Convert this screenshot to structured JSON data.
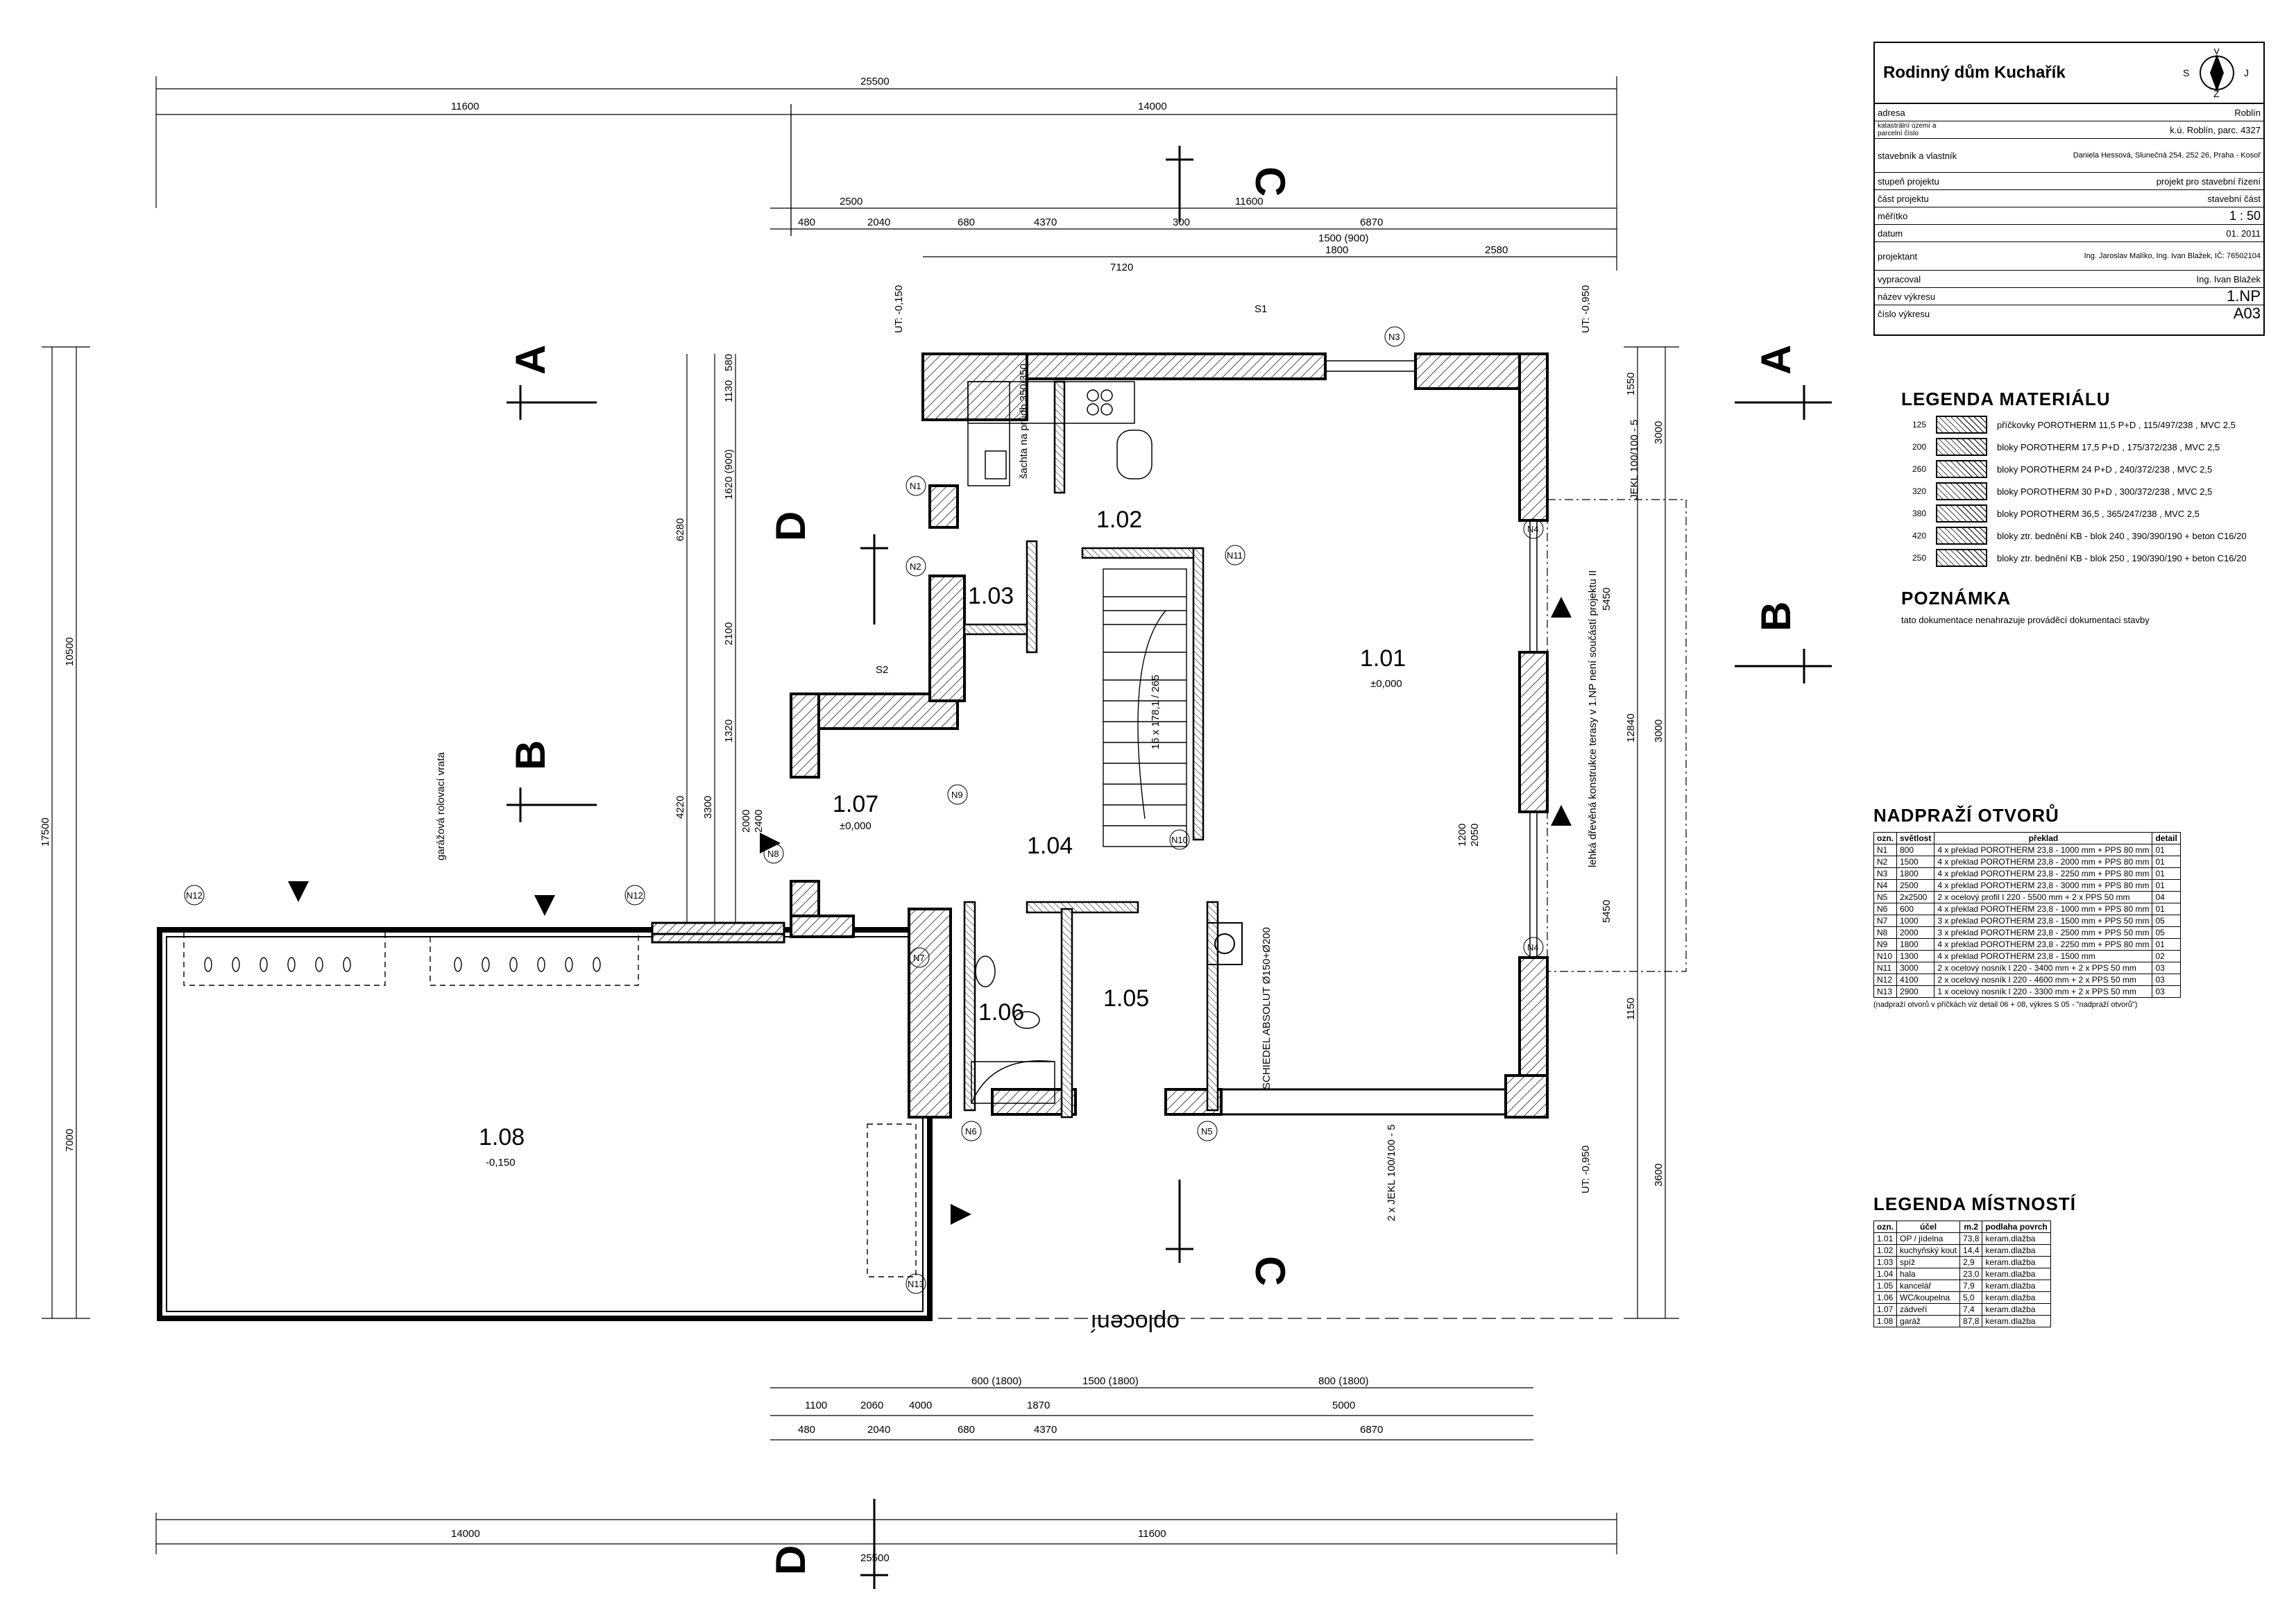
{
  "title_block": {
    "project_name": "Rodinný dům Kuchařík",
    "rows": [
      {
        "key": "adresa",
        "value": "Roblín"
      },
      {
        "key": "katastrální území a parcelní číslo",
        "value": "k.ú. Roblín, parc. 4327"
      },
      {
        "key": "stavebník a vlastník",
        "value": "Daniela Hessová, Slunečná 254, 252 26, Praha - Kosoř"
      },
      {
        "key": "stupeň projektu",
        "value": "projekt pro stavební řízení"
      },
      {
        "key": "část projektu",
        "value": "stavební část"
      },
      {
        "key": "měřítko",
        "value": "1 : 50"
      },
      {
        "key": "datum",
        "value": "01. 2011"
      },
      {
        "key": "projektant",
        "value": "Ing. Jaroslav Malíko, Ing. Ivan Blažek, IČ: 76502104"
      },
      {
        "key": "vypracoval",
        "value": "Ing. Ivan Blažek"
      },
      {
        "key": "název výkresu",
        "value": "1.NP"
      },
      {
        "key": "číslo výkresu",
        "value": "A03"
      }
    ],
    "north_letters": [
      "S",
      "V",
      "J",
      "Z"
    ]
  },
  "legend_materials": {
    "title": "LEGENDA MATERIÁLU",
    "items": [
      {
        "thickness": "125",
        "label": "příčkovky POROTHERM 11,5 P+D , 115/497/238 , MVC 2,5"
      },
      {
        "thickness": "200",
        "label": "bloky POROTHERM 17,5 P+D , 175/372/238 , MVC 2,5"
      },
      {
        "thickness": "260",
        "label": "bloky POROTHERM 24 P+D , 240/372/238 , MVC 2,5"
      },
      {
        "thickness": "320",
        "label": "bloky POROTHERM 30 P+D , 300/372/238 , MVC 2,5"
      },
      {
        "thickness": "380",
        "label": "bloky POROTHERM 36,5 , 365/247/238 , MVC 2,5"
      },
      {
        "thickness": "420",
        "label": "bloky ztr. bednění KB - blok 240 , 390/390/190 + beton C16/20"
      },
      {
        "thickness": "250",
        "label": "bloky ztr. bednění KB - blok 250 , 190/390/190 + beton C16/20"
      }
    ]
  },
  "note": {
    "title": "POZNÁMKA",
    "text": "tato dokumentace nenahrazuje prováděcí dokumentaci stavby"
  },
  "legend_openings": {
    "title": "NADPRAŽÍ OTVORŮ",
    "headers": [
      "ozn.",
      "světlost",
      "překlad",
      "detail"
    ],
    "rows": [
      [
        "N1",
        "800",
        "4 x překlad POROTHERM 23,8 - 1000 mm + PPS 80 mm",
        "01"
      ],
      [
        "N2",
        "1500",
        "4 x překlad POROTHERM 23,8 - 2000 mm + PPS 80 mm",
        "01"
      ],
      [
        "N3",
        "1800",
        "4 x překlad POROTHERM 23,8 - 2250 mm + PPS 80 mm",
        "01"
      ],
      [
        "N4",
        "2500",
        "4 x překlad POROTHERM 23,8 - 3000 mm + PPS 80 mm",
        "01"
      ],
      [
        "N5",
        "2x2500",
        "2 x ocelový profil I 220 - 5500 mm + 2 x PPS 50 mm",
        "04"
      ],
      [
        "N6",
        "600",
        "4 x překlad POROTHERM 23,8 - 1000 mm + PPS 80 mm",
        "01"
      ],
      [
        "N7",
        "1000",
        "3 x překlad POROTHERM 23,8 - 1500 mm + PPS 50 mm",
        "05"
      ],
      [
        "N8",
        "2000",
        "3 x překlad POROTHERM 23,8 - 2500 mm + PPS 50 mm",
        "05"
      ],
      [
        "N9",
        "1800",
        "4 x překlad POROTHERM 23,8 - 2250 mm + PPS 80 mm",
        "01"
      ],
      [
        "N10",
        "1300",
        "4 x překlad POROTHERM 23,8 - 1500 mm",
        "02"
      ],
      [
        "N11",
        "3000",
        "2 x ocelový nosník I 220 - 3400 mm + 2 x PPS 50 mm",
        "03"
      ],
      [
        "N12",
        "4100",
        "2 x ocelový nosník I 220 - 4600 mm + 2 x PPS 50 mm",
        "03"
      ],
      [
        "N13",
        "2900",
        "1 x ocelový nosník I 220 - 3300 mm + 2 x PPS 50 mm",
        "03"
      ]
    ],
    "footnote": "(nadpraží otvorů v příčkách viz detail 06 + 08, výkres S 05 - \"nadpraží otvorů\")"
  },
  "legend_rooms": {
    "title": "LEGENDA MÍSTNOSTÍ",
    "headers": [
      "ozn.",
      "účel",
      "m.2",
      "podlaha povrch"
    ],
    "rows": [
      [
        "1.01",
        "OP / jídelna",
        "73,8",
        "keram.dlažba"
      ],
      [
        "1.02",
        "kuchyňský kout",
        "14,4",
        "keram.dlažba"
      ],
      [
        "1.03",
        "spíž",
        "2,9",
        "keram.dlažba"
      ],
      [
        "1.04",
        "hala",
        "23,0",
        "keram.dlažba"
      ],
      [
        "1.05",
        "kancelář",
        "7,9",
        "keram.dlažba"
      ],
      [
        "1.06",
        "WC/koupelna",
        "5,0",
        "keram.dlažba"
      ],
      [
        "1.07",
        "zádveří",
        "7,4",
        "keram.dlažba"
      ],
      [
        "1.08",
        "garáž",
        "87,8",
        "keram.dlažba"
      ]
    ]
  },
  "plan": {
    "rooms": [
      {
        "id": "1.01",
        "area_label": "±0,000"
      },
      {
        "id": "1.02",
        "area_label": ""
      },
      {
        "id": "1.03",
        "area_label": ""
      },
      {
        "id": "1.04",
        "area_label": ""
      },
      {
        "id": "1.05",
        "area_label": ""
      },
      {
        "id": "1.06",
        "area_label": ""
      },
      {
        "id": "1.07",
        "area_label": "±0,000"
      },
      {
        "id": "1.08",
        "area_label": "-0,150"
      }
    ],
    "section_marks": [
      "A",
      "A",
      "B",
      "B",
      "C",
      "C",
      "D",
      "D"
    ],
    "labels": {
      "fence": "oplocení",
      "garage_door": "garážová rolovací vrata",
      "terrace": "lehká dřevěná konstrukce terasy v 1.NP není součástí projektu II",
      "chimney": "SCHIEDEL ABSOLUT Ø150+Ø200",
      "stair": "16 x 178,1 / 265",
      "window_s1": "S1",
      "window_s2": "S2",
      "level_tl": "UT: -0,150",
      "level_tr": "UT: -0,950",
      "level_br": "UT: -0,950",
      "window_desc": "JEKL 100/100 - 5",
      "lintel_desc": "2 x JEKL 100/100 - 5"
    },
    "opening_tags": [
      "N1",
      "N2",
      "N3",
      "N4",
      "N4",
      "N5",
      "N6",
      "N7",
      "N8",
      "N9",
      "N10",
      "N11",
      "N12",
      "N12",
      "N13"
    ],
    "dims_top": [
      "25500",
      "11600",
      "14000",
      "2500",
      "11600",
      "480",
      "2040",
      "4370",
      "300",
      "680",
      "6870",
      "1500 (900)",
      "1800",
      "2580",
      "7120"
    ],
    "dims_bottom": [
      "25500",
      "14000",
      "11600",
      "480",
      "2040",
      "4370",
      "680",
      "5000",
      "6870",
      "1500 (1800)",
      "800 (1800)",
      "1870",
      "600 (1800)",
      "4000",
      "1100",
      "2060"
    ],
    "dims_left": [
      "17500",
      "10500",
      "7000",
      "6280",
      "4220",
      "3300",
      "1320",
      "2100",
      "1620 (900)",
      "1130",
      "580",
      "2000",
      "2400"
    ],
    "dims_right": [
      "3000",
      "12840",
      "5450",
      "3000",
      "3600",
      "1550",
      "1150",
      "5450",
      "2050",
      "1200"
    ]
  }
}
